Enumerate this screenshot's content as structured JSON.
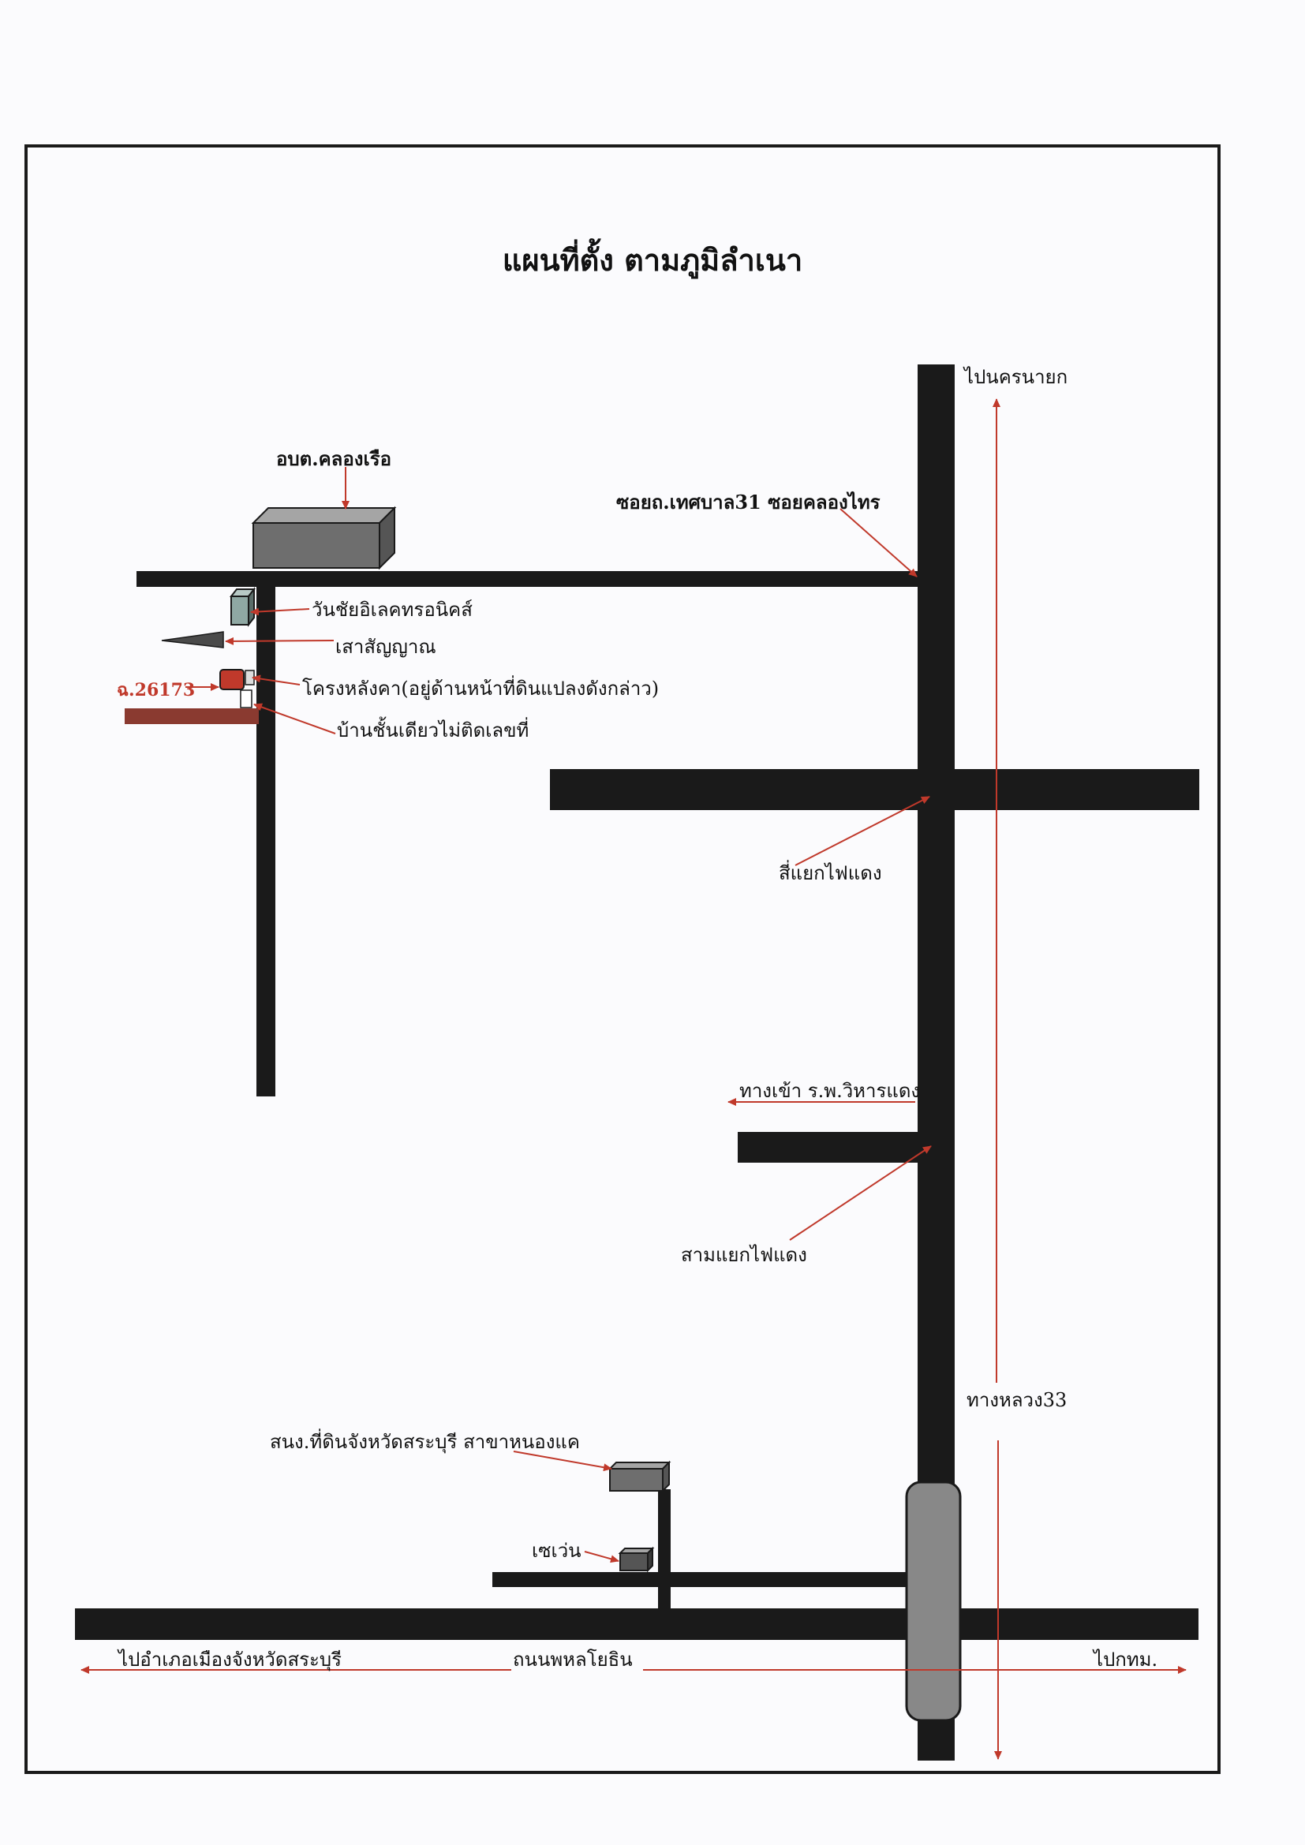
{
  "title": "แผนที่ตั้ง ตามภูมิลำเนา",
  "labels": {
    "to_nakhon_nayok": "ไปนครนายก",
    "obt_khlong_ruea": "อบต.คลองเรือ",
    "soi_thetsaban": "ซอยถ.เทศบาล31 ซอยคลองไทร",
    "wanchai_electronics": "วันชัยอิเลคทรอนิคส์",
    "signal_pole": "เสาสัญญาณ",
    "deed_no": "ฉ.26173",
    "roof_structure": "โครงหลังคา(อยู่ด้านหน้าที่ดินแปลงดังกล่าว)",
    "single_storey_house": "บ้านชั้นเดียวไม่ติดเลขที่",
    "four_way_light": "สี่แยกไฟแดง",
    "hospital_entrance": "ทางเข้า ร.พ.วิหารแดง",
    "three_way_light": "สามแยกไฟแดง",
    "highway_33": "ทางหลวง33",
    "land_office": "สนง.ที่ดินจังหวัดสระบุรี สาขาหนองแค",
    "seven_eleven": "เซเว่น",
    "to_saraburi": "ไปอำเภอเมืองจังหวัดสระบุรี",
    "phahonyothin_road": "ถนนพหลโยธิน",
    "to_bangkok": "ไปกทม."
  },
  "colors": {
    "road": "#1a1a1a",
    "arrow": "#c0392b",
    "building": "#6e6e6e",
    "deed_red": "#c0392b",
    "parcel_brown": "#8a3a30",
    "frame": "#1a1a1a"
  }
}
